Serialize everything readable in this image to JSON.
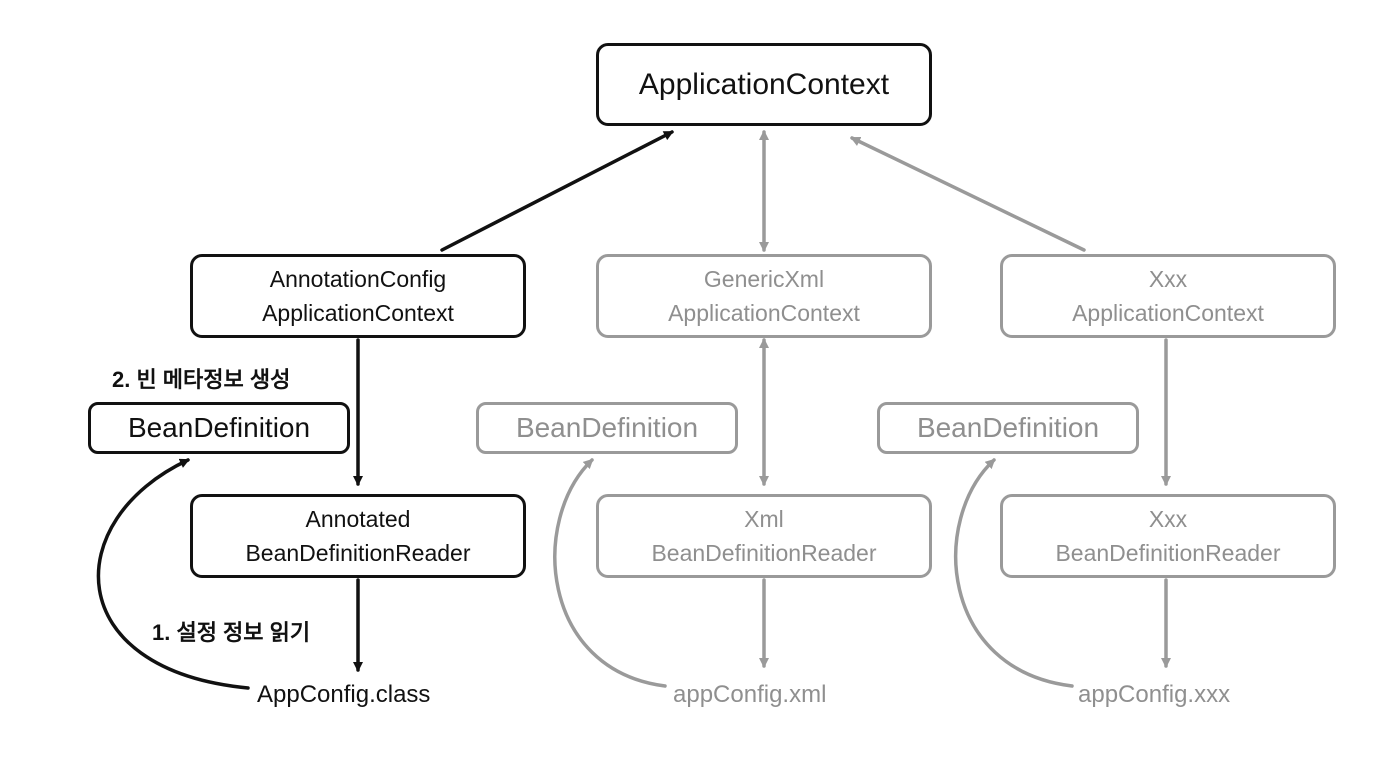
{
  "root": {
    "label": "ApplicationContext"
  },
  "columns": [
    {
      "context": [
        "AnnotationConfig",
        "ApplicationContext"
      ],
      "bean_definition": "BeanDefinition",
      "reader": [
        "Annotated",
        "BeanDefinitionReader"
      ],
      "source": "AppConfig.class",
      "step_read": "1. 설정 정보 읽기",
      "step_create": "2. 빈 메타정보 생성",
      "color": "#111111"
    },
    {
      "context": [
        "GenericXml",
        "ApplicationContext"
      ],
      "bean_definition": "BeanDefinition",
      "reader": [
        "Xml",
        "BeanDefinitionReader"
      ],
      "source": "appConfig.xml",
      "color": "#9a9a9a"
    },
    {
      "context": [
        "Xxx",
        "ApplicationContext"
      ],
      "bean_definition": "BeanDefinition",
      "reader": [
        "Xxx",
        "BeanDefinitionReader"
      ],
      "source": "appConfig.xxx",
      "color": "#9a9a9a"
    }
  ]
}
